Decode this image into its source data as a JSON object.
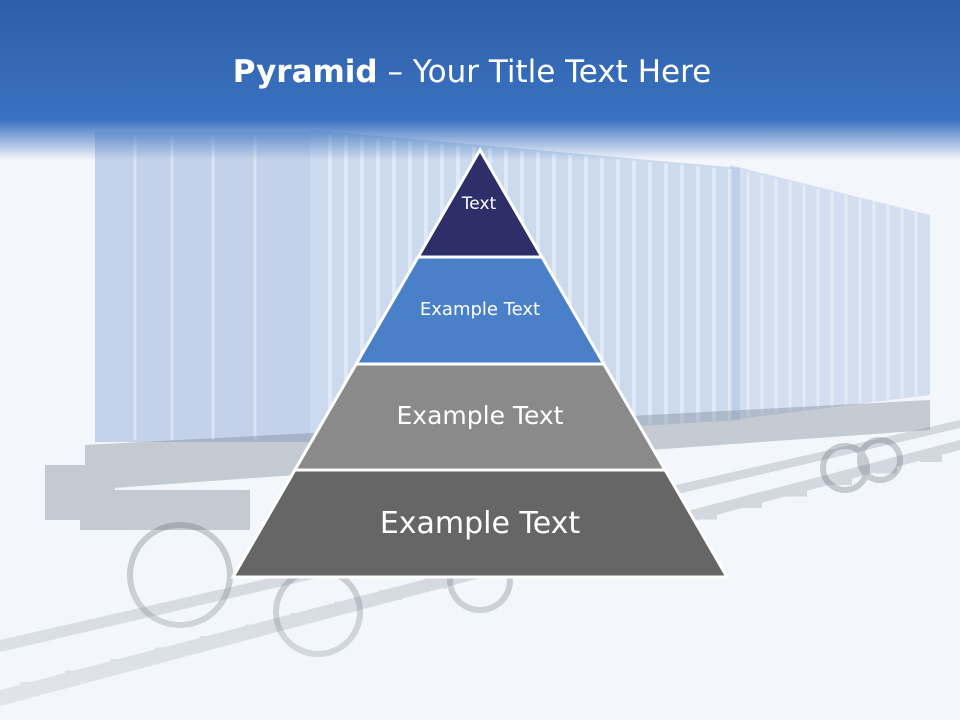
{
  "slide": {
    "title_bold": "Pyramid",
    "title_rest": " – Your Title Text Here"
  },
  "pyramid": {
    "levels": [
      {
        "label": "Text",
        "color": "#2e2e68"
      },
      {
        "label": "Example Text",
        "color": "#4a80c8"
      },
      {
        "label": "Example Text",
        "color": "#8a8a8a"
      },
      {
        "label": "Example Text",
        "color": "#666666"
      }
    ]
  },
  "colors": {
    "header_blue": "#2d5fa8",
    "container_blue": "#b8cbe8",
    "background": "#f3f6fa"
  }
}
